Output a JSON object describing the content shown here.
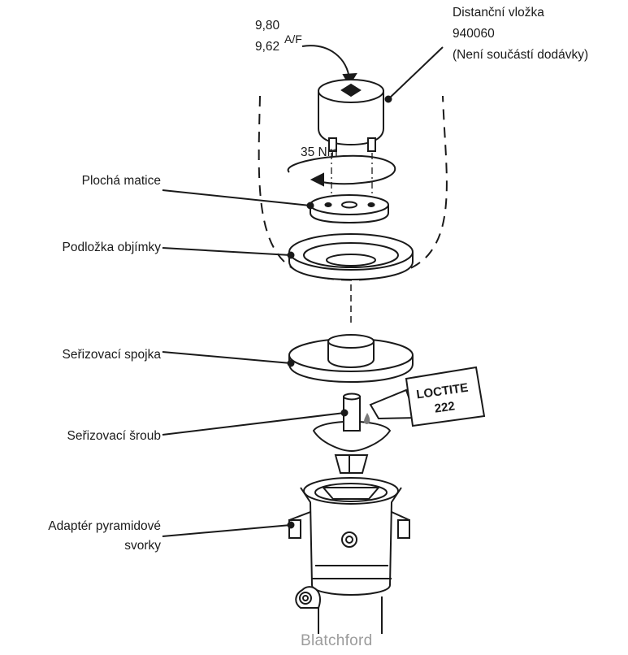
{
  "spacer": {
    "name": "Distanční vložka",
    "part_number": "940060",
    "note": "(Není součástí dodávky)"
  },
  "af": {
    "max": "9,80",
    "min": "9,62",
    "unit": "A/F"
  },
  "torque": "35 Nm",
  "labels": {
    "flat_nut": "Plochá matice",
    "socket_washer": "Podložka objímky",
    "adjust_coupling": "Seřizovací spojka",
    "adjust_screw": "Seřizovací šroub",
    "pyramid_adapter_1": "Adaptér pyramidové",
    "pyramid_adapter_2": "svorky"
  },
  "loctite": {
    "brand": "LOCTITE",
    "number": "222"
  },
  "logo": "Blatchford"
}
